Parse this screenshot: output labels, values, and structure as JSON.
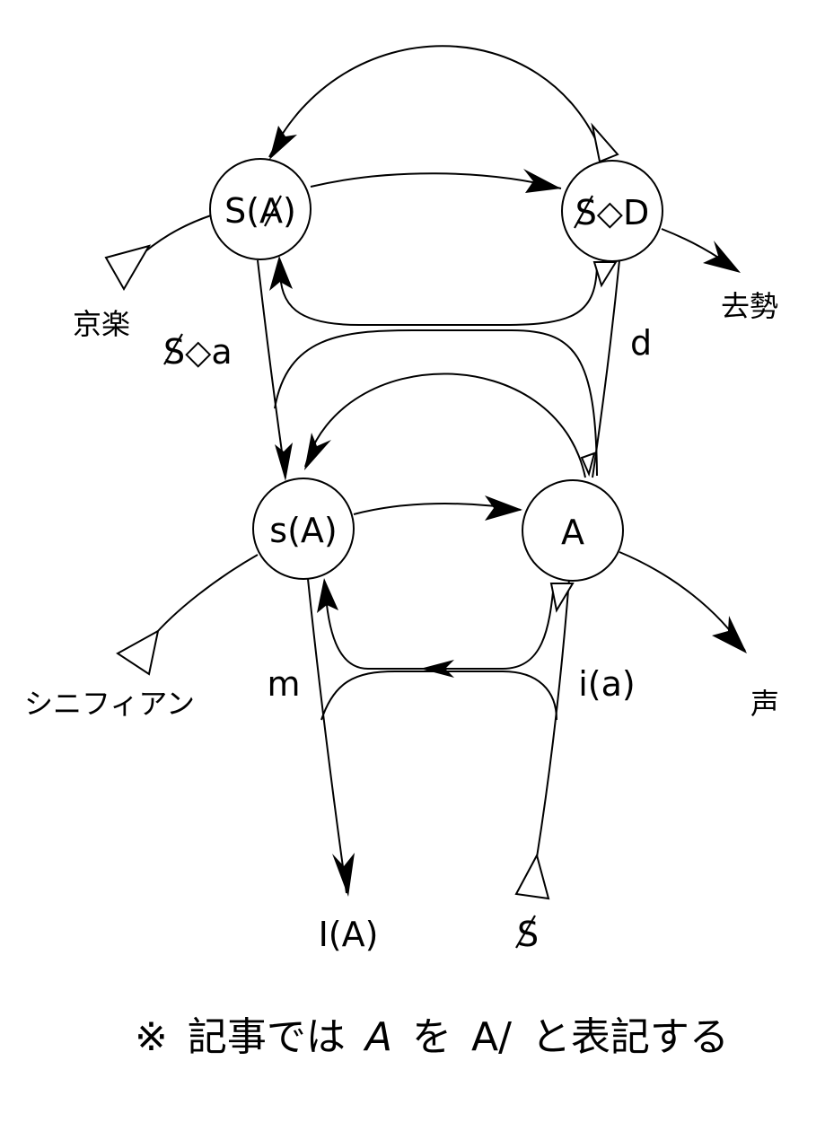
{
  "diagram": {
    "nodes": {
      "s_of_A_upper": "S(A)",
      "barred_S_lozenge_D": "S◇D",
      "s_of_A_lower": "s(A)",
      "A": "A"
    },
    "edge_labels": {
      "barred_S_lozenge_a": "S◇a",
      "d": "d",
      "m": "m",
      "i_of_a": "i(a)"
    },
    "terminals": {
      "jouissance": "京楽",
      "castration": "去勢",
      "signifier": "シニフィアン",
      "voice": "声",
      "ideal": "I(A)",
      "barred_subject": "S"
    },
    "footnote": {
      "mark": "※",
      "text1": "記事では",
      "barred_A": "A",
      "text2": "を",
      "a_slash": "A/",
      "text3": "と表記する"
    }
  }
}
